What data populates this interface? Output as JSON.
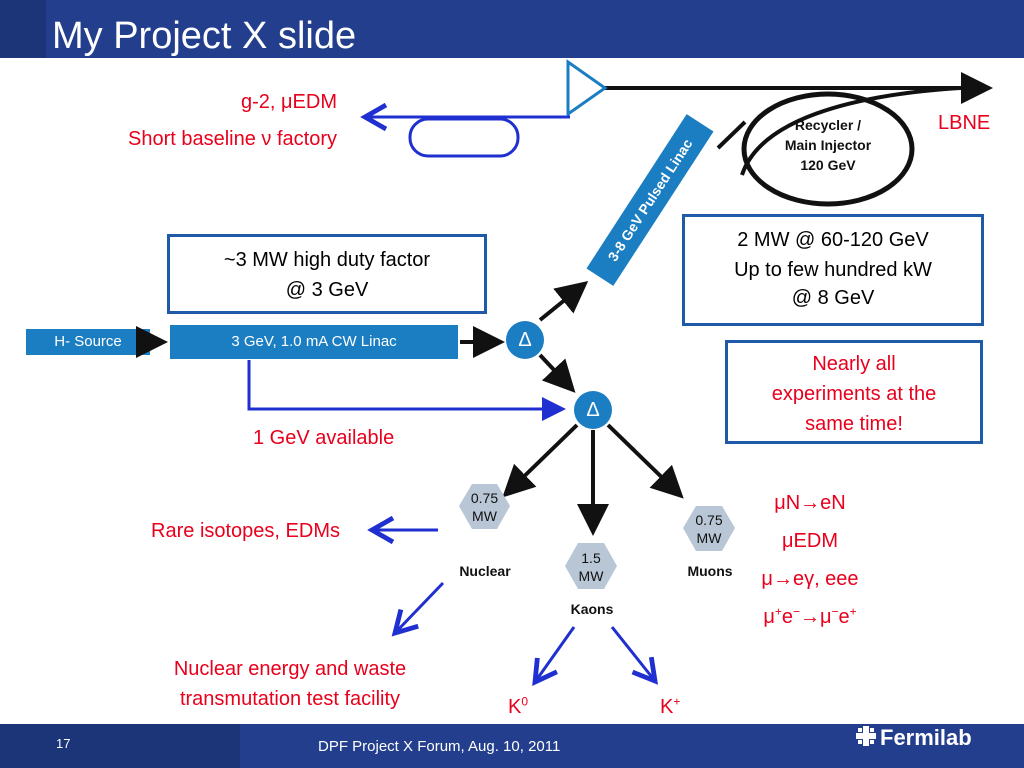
{
  "slide": {
    "title": "My Project X slide",
    "page_number": "17",
    "footer_text": "DPF Project X Forum, Aug. 10, 2011",
    "logo_text": "Fermilab"
  },
  "top_left": {
    "line1": "g-2, μEDM",
    "line2": "Short baseline ν factory"
  },
  "lbne": "LBNE",
  "recycler": {
    "line1": "Recycler /",
    "line2": "Main Injector",
    "line3": "120 GeV"
  },
  "pulsed_linac": "3-8 GeV Pulsed Linac",
  "callouts": {
    "cw_power": {
      "line1": "~3 MW  high duty factor",
      "line2": "@ 3 GeV"
    },
    "mi_power": {
      "line1": "2 MW @ 60-120 GeV",
      "line2": "Up to few hundred kW",
      "line3": "@ 8 GeV"
    },
    "simultaneous": {
      "line1": "Nearly all",
      "line2": "experiments at the",
      "line3": "same time!"
    }
  },
  "h_source": "H- Source",
  "cw_linac": "3 GeV, 1.0 mA CW Linac",
  "delta": "Δ",
  "one_gev": "1 GeV available",
  "hexes": {
    "nuclear": {
      "power": "0.75",
      "unit": "MW",
      "label": "Nuclear"
    },
    "kaons": {
      "power": "1.5",
      "unit": "MW",
      "label": "Kaons"
    },
    "muons": {
      "power": "0.75",
      "unit": "MW",
      "label": "Muons"
    }
  },
  "rare_isotopes": "Rare isotopes, EDMs",
  "nuclear_energy": {
    "line1": "Nuclear energy and waste",
    "line2": "transmutation test facility"
  },
  "kaon_products": {
    "k0_base": "K",
    "k0_sup": "0",
    "kplus_base": "K",
    "kplus_sup": "+"
  },
  "muon_physics": {
    "line1": "μN→eN",
    "line2": "μEDM",
    "line3": "μ→eγ, eee",
    "line4_a": "μ",
    "line4_b": "+",
    "line4_c": "e",
    "line4_d": "−",
    "line4_e": "→μ",
    "line4_f": "−",
    "line4_g": "e",
    "line4_h": "+"
  },
  "colors": {
    "title_bar": "#233e8c",
    "accent_red": "#e8001c",
    "flow_blue": "#1f5aa8",
    "box_blue": "#1b7ec2",
    "hex_gray": "#b8c6d6",
    "black": "#111111"
  }
}
